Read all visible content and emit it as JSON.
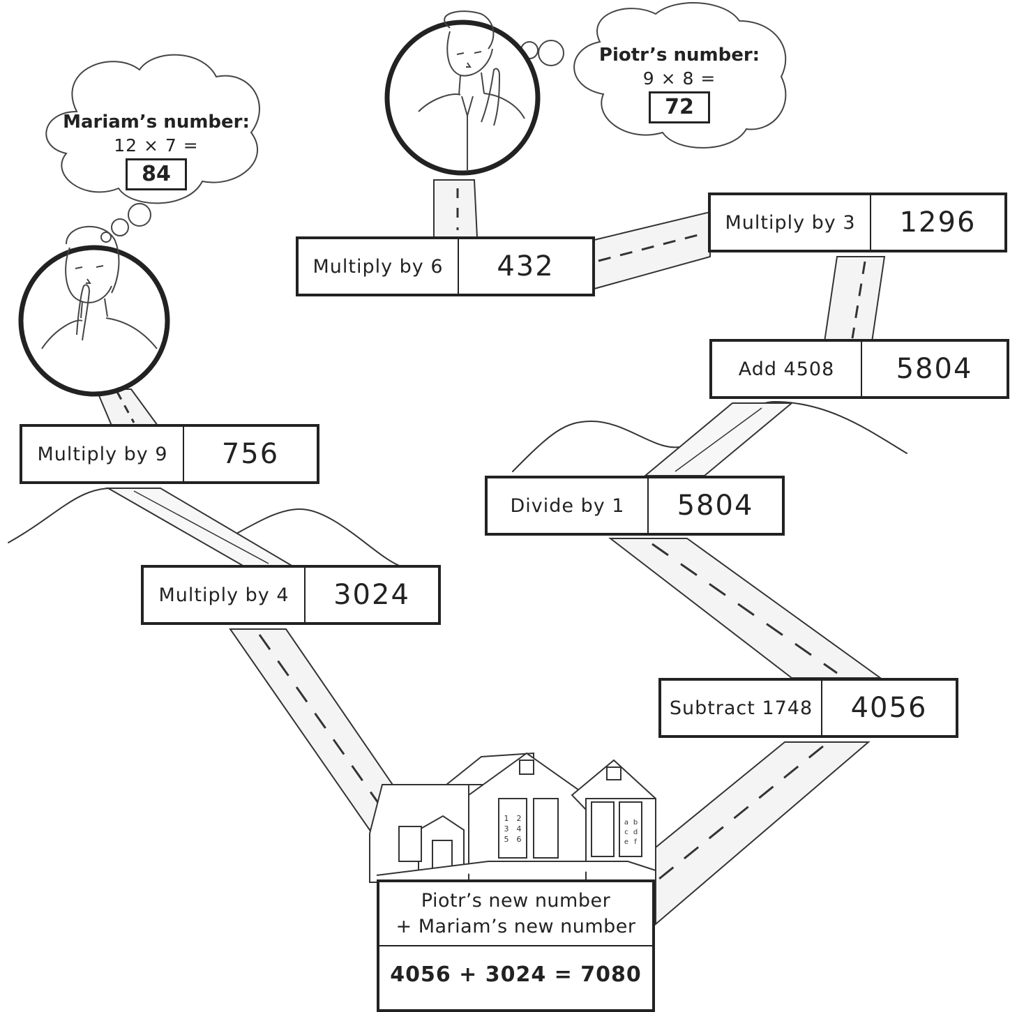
{
  "mariam": {
    "label": "Mariam’s number:",
    "equation": "12 × 7 =",
    "answer": "84"
  },
  "piotr": {
    "label": "Piotr’s number:",
    "equation": "9 × 8 =",
    "answer": "72"
  },
  "mariam_steps": [
    {
      "operation": "Multiply by 9",
      "result": "756"
    },
    {
      "operation": "Multiply by 4",
      "result": "3024"
    }
  ],
  "piotr_steps": [
    {
      "operation": "Multiply by 6",
      "result": "432"
    },
    {
      "operation": "Multiply by 3",
      "result": "1296"
    },
    {
      "operation": "Add 4508",
      "result": "5804"
    },
    {
      "operation": "Divide by 1",
      "result": "5804"
    },
    {
      "operation": "Subtract 1748",
      "result": "4056"
    }
  ],
  "school": {
    "window_numbers": [
      "1",
      "2",
      "3",
      "4",
      "5",
      "6"
    ],
    "window_letters": [
      "a",
      "b",
      "c",
      "d",
      "e",
      "f"
    ]
  },
  "final": {
    "line1": "Piotr’s new number",
    "line2": "+ Mariam’s new number",
    "result": "4056 + 3024 = 7080"
  }
}
